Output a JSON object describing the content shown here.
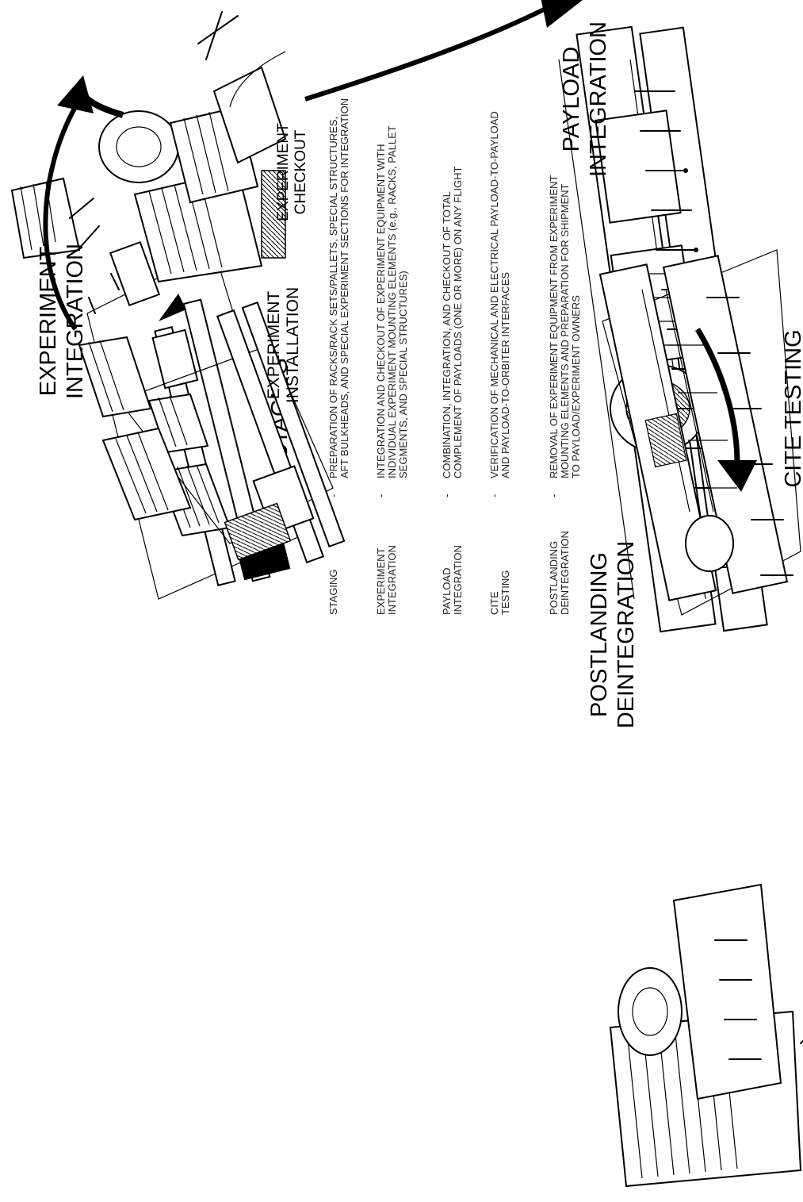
{
  "stages": {
    "staging": "STAGING",
    "experiment_installation": [
      "EXPERIMENT",
      "INSTALLATION"
    ],
    "experiment_integration": [
      "EXPERIMENT",
      "INTEGRATION"
    ],
    "experiment_checkout": [
      "EXPERIMENT",
      "CHECKOUT"
    ],
    "payload_integration": [
      "PAYLOAD",
      "INTEGRATION"
    ],
    "cite_testing": "CITE TESTING",
    "postlanding_deintegration": [
      "POSTLANDING",
      "DEINTEGRATION"
    ]
  },
  "legend": [
    {
      "term": [
        "STAGING"
      ],
      "sep": "-",
      "desc": [
        "PREPARATION OF RACKS/RACK SETS/PALLETS, SPECIAL STRUCTURES,",
        "AFT BULKHEADS, AND SPECIAL EXPERIMENT SECTIONS FOR INTEGRATION"
      ]
    },
    {
      "term": [
        "EXPERIMENT",
        "INTEGRATION"
      ],
      "sep": "-",
      "desc": [
        "INTEGRATION AND CHECKOUT OF EXPERIMENT EQUIPMENT WITH",
        "INDIVIDUAL EXPERIMENT MOUNTING ELEMENTS (e.g., RACKS, PALLET",
        "SEGMENTS, AND SPECIAL STRUCTURES)"
      ]
    },
    {
      "term": [
        "PAYLOAD",
        "INTEGRATION"
      ],
      "sep": "-",
      "desc": [
        "COMBINATION, INTEGRATION, AND CHECKOUT OF TOTAL",
        "COMPLEMENT OF PAYLOADS (ONE OR MORE) ON ANY FLIGHT"
      ]
    },
    {
      "term": [
        "CITE",
        "TESTING"
      ],
      "sep": "-",
      "desc": [
        "VERIFICATION OF MECHANICAL AND ELECTRICAL PAYLOAD-TO-PAYLOAD",
        "AND PAYLOAD-TO-ORBITER INTERFACES"
      ]
    },
    {
      "term": [
        "POSTLANDING",
        "DEINTEGRATION"
      ],
      "sep": "-",
      "desc": [
        "REMOVAL OF EXPERIMENT EQUIPMENT FROM EXPERIMENT",
        "MOUNTING ELEMENTS AND PREPARATION FOR SHIPMENT",
        "TO PAYLOAD/EXPERIMENT OWNERS"
      ]
    }
  ],
  "colors": {
    "ink": "#000000",
    "paper": "#ffffff"
  }
}
